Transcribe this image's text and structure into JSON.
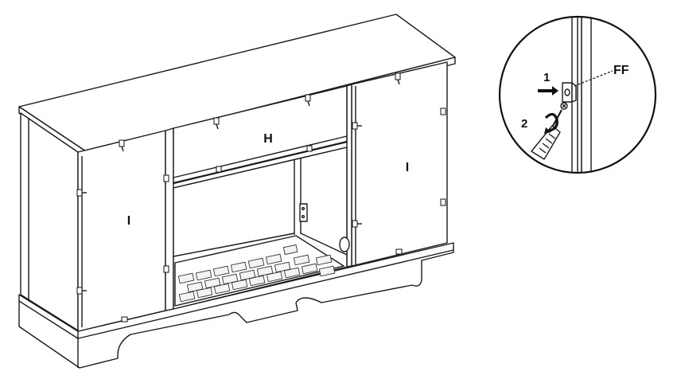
{
  "diagram": {
    "panel_labels": {
      "top_shelf": "H",
      "left_door": "I",
      "right_door": "I"
    },
    "detail_callout": {
      "part_label": "FF",
      "step_1": "1",
      "step_2": "2"
    }
  }
}
